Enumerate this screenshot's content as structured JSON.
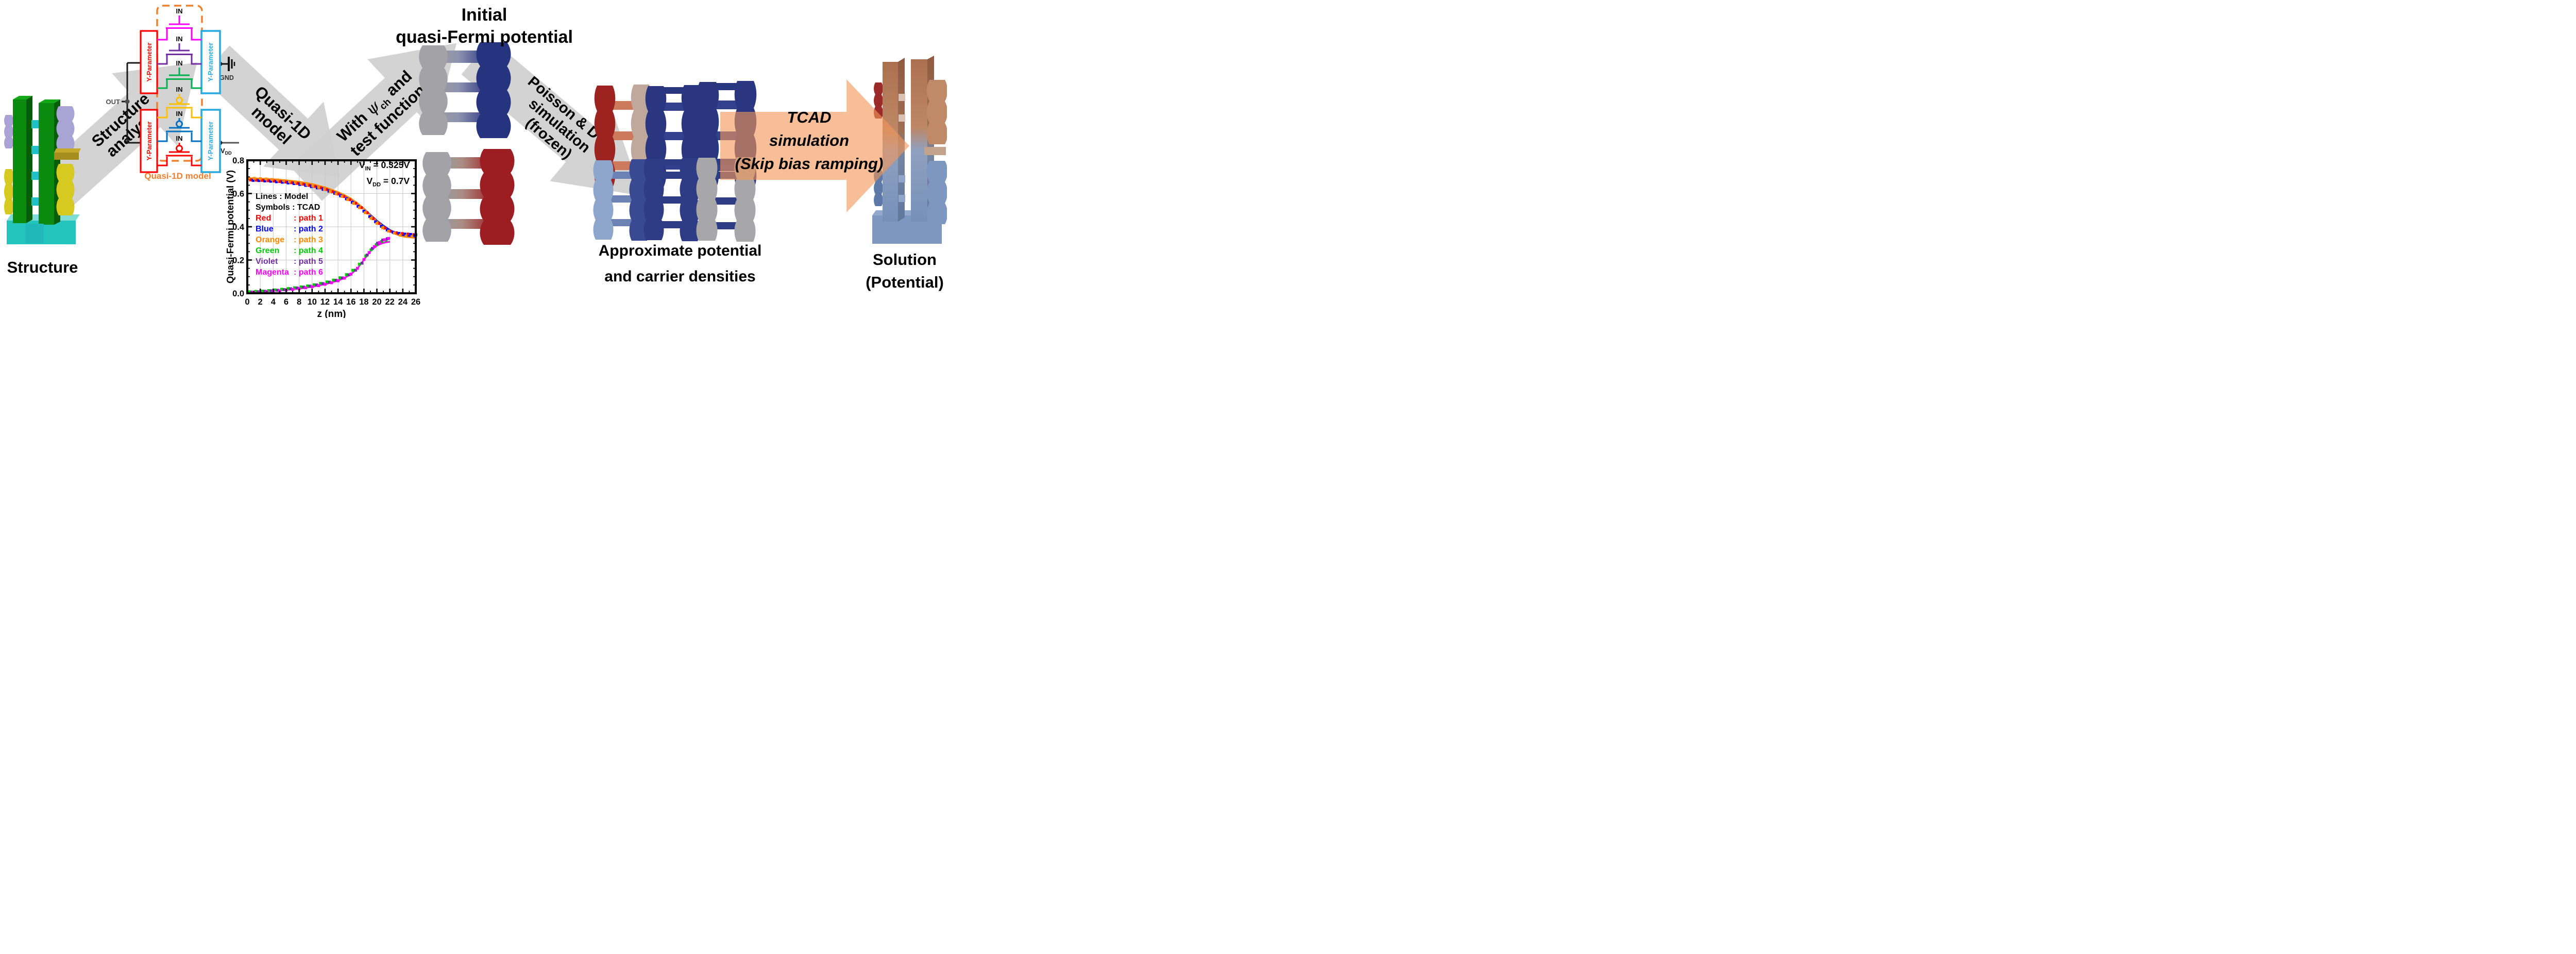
{
  "labels": {
    "structure": "Structure",
    "initial_title_line1": "Initial",
    "initial_title_line2": "quasi-Fermi potential",
    "approx_line1": "Approximate potential",
    "approx_line2": "and carrier densities",
    "solution_line1": "Solution",
    "solution_line2": "(Potential)"
  },
  "arrows": {
    "structure_analysis": {
      "line1": "Structure",
      "line2": "analysis"
    },
    "quasi1d": {
      "line1": "Quasi-1D",
      "line2": "model"
    },
    "psi": {
      "pre": "With ",
      "sym": "ψ",
      "sub": "ch",
      "post": " and",
      "line2": "test function"
    },
    "poisson": {
      "line1": "Poisson & D-G",
      "line2": "simulation",
      "line3": "(frozen)"
    },
    "tcad": {
      "line1": "TCAD",
      "line2": "simulation",
      "line3": "(Skip bias ramping)"
    }
  },
  "circuit": {
    "yparam_label": "Y-Parameter",
    "in_label": "IN",
    "out_label": "OUT",
    "gnd_label": "GND",
    "vdd_main": "V",
    "vdd_sub": "DD",
    "caption": "Quasi-1D model"
  },
  "palette": {
    "gray_arrow": "#d1d1d1",
    "orange_arrow": "#f2965a",
    "orange_dash": "#f08030",
    "yparam_red": "#ff0000",
    "yparam_cyan": "#29abe2",
    "structure_green": "#0c8a10",
    "teal": "#25c4bd",
    "lavender": "#a9a4d4",
    "yellow": "#d6c91f",
    "olive_bar": "#a58d1e",
    "gray_block": "#a3a3a7",
    "dark_blue": "#2a3780",
    "dark_red": "#9c1d22",
    "tan": "#c0a99c",
    "salmon_rung": "#cd7a5c",
    "light_blue": "#8ea6cc",
    "copper": "#bd8263",
    "slate_blue": "#7e97c0"
  },
  "chart_data": {
    "type": "line",
    "title": "",
    "xlabel": "z (nm)",
    "ylabel": "Quasi-Fermi potential (V)",
    "xlim": [
      0,
      26
    ],
    "ylim": [
      0,
      0.8
    ],
    "xtick_step": 2,
    "ytick_step": 0.2,
    "xminor_step": 1,
    "yminor_step": 0.05,
    "grid": true,
    "legend": {
      "header1": "Lines : Model",
      "header2": "Symbols : TCAD",
      "position": "inside-left"
    },
    "annotations": [
      {
        "main": "V",
        "sub": "IN",
        "rest": " = 0.325V"
      },
      {
        "main": "V",
        "sub": "DD",
        "rest": " = 0.7V"
      }
    ],
    "series": [
      {
        "name": "Red",
        "path_label": ": path 1",
        "color": "#ff0000",
        "line": [
          [
            0,
            0.686
          ],
          [
            2,
            0.684
          ],
          [
            4,
            0.68
          ],
          [
            6,
            0.674
          ],
          [
            8,
            0.665
          ],
          [
            10,
            0.652
          ],
          [
            12,
            0.633
          ],
          [
            14,
            0.605
          ],
          [
            15,
            0.588
          ],
          [
            16,
            0.566
          ],
          [
            17,
            0.54
          ],
          [
            18,
            0.508
          ],
          [
            19,
            0.471
          ],
          [
            20,
            0.436
          ],
          [
            21,
            0.406
          ],
          [
            22,
            0.38
          ],
          [
            22.8,
            0.363
          ],
          [
            23.5,
            0.352
          ],
          [
            24,
            0.347
          ],
          [
            25,
            0.342
          ],
          [
            26,
            0.339
          ]
        ],
        "symbols": [
          [
            0.5,
            0.682
          ],
          [
            1.4,
            0.68
          ],
          [
            2.3,
            0.679
          ],
          [
            3.2,
            0.677
          ],
          [
            4.1,
            0.675
          ],
          [
            5.0,
            0.672
          ],
          [
            5.9,
            0.669
          ],
          [
            6.8,
            0.665
          ],
          [
            7.7,
            0.661
          ],
          [
            8.6,
            0.656
          ],
          [
            9.5,
            0.649
          ],
          [
            10.4,
            0.643
          ],
          [
            11.3,
            0.634
          ],
          [
            12.2,
            0.624
          ],
          [
            13.1,
            0.611
          ],
          [
            14.0,
            0.597
          ],
          [
            14.9,
            0.582
          ],
          [
            15.8,
            0.563
          ],
          [
            16.7,
            0.541
          ],
          [
            17.6,
            0.515
          ],
          [
            18.5,
            0.484
          ],
          [
            19.4,
            0.449
          ],
          [
            20.3,
            0.42
          ],
          [
            21.2,
            0.392
          ],
          [
            22.1,
            0.373
          ],
          [
            23.0,
            0.364
          ],
          [
            23.9,
            0.359
          ],
          [
            24.8,
            0.356
          ],
          [
            25.7,
            0.353
          ]
        ]
      },
      {
        "name": "Blue",
        "path_label": ": path 2",
        "color": "#0000ff",
        "line": [
          [
            0,
            0.688
          ],
          [
            2,
            0.686
          ],
          [
            4,
            0.682
          ],
          [
            6,
            0.676
          ],
          [
            8,
            0.667
          ],
          [
            10,
            0.654
          ],
          [
            12,
            0.635
          ],
          [
            14,
            0.607
          ],
          [
            15,
            0.59
          ],
          [
            16,
            0.568
          ],
          [
            17,
            0.542
          ],
          [
            18,
            0.51
          ],
          [
            19,
            0.473
          ],
          [
            20,
            0.438
          ],
          [
            21,
            0.408
          ],
          [
            22,
            0.382
          ],
          [
            22.8,
            0.365
          ],
          [
            23.5,
            0.354
          ],
          [
            24,
            0.349
          ],
          [
            25,
            0.344
          ],
          [
            26,
            0.341
          ]
        ],
        "symbols": [
          [
            0.9,
            0.679
          ],
          [
            1.8,
            0.678
          ],
          [
            2.7,
            0.676
          ],
          [
            3.6,
            0.674
          ],
          [
            4.5,
            0.671
          ],
          [
            5.4,
            0.668
          ],
          [
            6.3,
            0.664
          ],
          [
            7.2,
            0.66
          ],
          [
            8.1,
            0.655
          ],
          [
            9.0,
            0.649
          ],
          [
            9.9,
            0.642
          ],
          [
            10.8,
            0.634
          ],
          [
            11.7,
            0.625
          ],
          [
            12.6,
            0.614
          ],
          [
            13.5,
            0.601
          ],
          [
            14.4,
            0.586
          ],
          [
            15.3,
            0.568
          ],
          [
            16.2,
            0.547
          ],
          [
            17.1,
            0.523
          ],
          [
            18.0,
            0.494
          ],
          [
            18.9,
            0.461
          ],
          [
            19.8,
            0.43
          ],
          [
            20.7,
            0.403
          ],
          [
            21.6,
            0.381
          ],
          [
            22.5,
            0.367
          ],
          [
            23.4,
            0.36
          ],
          [
            24.3,
            0.356
          ],
          [
            25.2,
            0.354
          ],
          [
            26.0,
            0.352
          ]
        ]
      },
      {
        "name": "Orange",
        "path_label": ": path 3",
        "color": "#ff8800",
        "line": [
          [
            0,
            0.694
          ],
          [
            2,
            0.691
          ],
          [
            4,
            0.687
          ],
          [
            6,
            0.681
          ],
          [
            8,
            0.672
          ],
          [
            10,
            0.658
          ],
          [
            12,
            0.638
          ],
          [
            14,
            0.61
          ],
          [
            15,
            0.592
          ],
          [
            16,
            0.57
          ],
          [
            17,
            0.543
          ],
          [
            18,
            0.509
          ],
          [
            19,
            0.47
          ],
          [
            20,
            0.434
          ],
          [
            21,
            0.402
          ],
          [
            22,
            0.375
          ],
          [
            22.8,
            0.357
          ],
          [
            23.5,
            0.346
          ],
          [
            24,
            0.341
          ],
          [
            25,
            0.336
          ],
          [
            26,
            0.332
          ]
        ],
        "symbols": [
          [
            0.2,
            0.693
          ],
          [
            1.1,
            0.691
          ],
          [
            2.0,
            0.689
          ],
          [
            2.9,
            0.687
          ],
          [
            3.8,
            0.684
          ],
          [
            4.7,
            0.681
          ],
          [
            5.6,
            0.677
          ],
          [
            6.5,
            0.672
          ],
          [
            7.4,
            0.667
          ],
          [
            8.3,
            0.661
          ],
          [
            9.2,
            0.654
          ],
          [
            10.1,
            0.646
          ],
          [
            11.0,
            0.637
          ],
          [
            11.9,
            0.626
          ],
          [
            12.8,
            0.613
          ],
          [
            13.7,
            0.599
          ],
          [
            14.6,
            0.583
          ],
          [
            15.5,
            0.564
          ],
          [
            16.4,
            0.541
          ],
          [
            17.3,
            0.515
          ],
          [
            18.2,
            0.485
          ],
          [
            19.1,
            0.451
          ],
          [
            20.0,
            0.421
          ],
          [
            20.9,
            0.394
          ],
          [
            21.8,
            0.374
          ],
          [
            22.7,
            0.362
          ],
          [
            23.6,
            0.35
          ],
          [
            24.5,
            0.344
          ],
          [
            25.4,
            0.341
          ]
        ]
      },
      {
        "name": "Green",
        "path_label": ": path 4",
        "color": "#00cc00",
        "line": [
          [
            0,
            0.006
          ],
          [
            2,
            0.01
          ],
          [
            4,
            0.015
          ],
          [
            6,
            0.021
          ],
          [
            8,
            0.029
          ],
          [
            10,
            0.04
          ],
          [
            12,
            0.055
          ],
          [
            14,
            0.077
          ],
          [
            15,
            0.093
          ],
          [
            16,
            0.116
          ],
          [
            17,
            0.15
          ],
          [
            18,
            0.202
          ],
          [
            18.5,
            0.229
          ],
          [
            19,
            0.253
          ],
          [
            19.5,
            0.272
          ],
          [
            20,
            0.287
          ],
          [
            20.5,
            0.297
          ],
          [
            21,
            0.304
          ],
          [
            21.5,
            0.308
          ],
          [
            22,
            0.311
          ]
        ],
        "symbols": [
          [
            0.3,
            0.009
          ],
          [
            1.3,
            0.011
          ],
          [
            2.3,
            0.013
          ],
          [
            3.3,
            0.016
          ],
          [
            4.3,
            0.02
          ],
          [
            5.3,
            0.024
          ],
          [
            6.3,
            0.028
          ],
          [
            7.3,
            0.033
          ],
          [
            8.3,
            0.038
          ],
          [
            9.3,
            0.044
          ],
          [
            10.3,
            0.051
          ],
          [
            11.3,
            0.059
          ],
          [
            12.3,
            0.068
          ],
          [
            13.3,
            0.079
          ],
          [
            14.3,
            0.093
          ],
          [
            15.3,
            0.112
          ],
          [
            16.3,
            0.138
          ],
          [
            17.3,
            0.175
          ],
          [
            18.3,
            0.225
          ],
          [
            19.1,
            0.262
          ],
          [
            19.9,
            0.293
          ],
          [
            20.7,
            0.311
          ],
          [
            21.4,
            0.32
          ]
        ]
      },
      {
        "name": "Violet",
        "path_label": ": path 5",
        "color": "#7030a0",
        "line": [
          [
            0,
            0.005
          ],
          [
            2,
            0.009
          ],
          [
            4,
            0.014
          ],
          [
            6,
            0.02
          ],
          [
            8,
            0.028
          ],
          [
            10,
            0.039
          ],
          [
            12,
            0.054
          ],
          [
            14,
            0.076
          ],
          [
            15,
            0.092
          ],
          [
            16,
            0.115
          ],
          [
            17,
            0.149
          ],
          [
            18,
            0.201
          ],
          [
            18.5,
            0.228
          ],
          [
            19,
            0.252
          ],
          [
            19.5,
            0.271
          ],
          [
            20,
            0.286
          ],
          [
            20.5,
            0.296
          ],
          [
            21,
            0.303
          ],
          [
            21.5,
            0.307
          ],
          [
            22,
            0.31
          ]
        ],
        "symbols": [
          [
            0.7,
            0.007
          ],
          [
            1.7,
            0.009
          ],
          [
            2.7,
            0.012
          ],
          [
            3.7,
            0.015
          ],
          [
            4.7,
            0.018
          ],
          [
            5.7,
            0.022
          ],
          [
            6.7,
            0.027
          ],
          [
            7.7,
            0.032
          ],
          [
            8.7,
            0.037
          ],
          [
            9.7,
            0.043
          ],
          [
            10.7,
            0.05
          ],
          [
            11.7,
            0.058
          ],
          [
            12.7,
            0.067
          ],
          [
            13.7,
            0.078
          ],
          [
            14.7,
            0.092
          ],
          [
            15.7,
            0.111
          ],
          [
            16.7,
            0.139
          ],
          [
            17.7,
            0.181
          ],
          [
            18.5,
            0.23
          ],
          [
            19.3,
            0.27
          ],
          [
            20.1,
            0.301
          ],
          [
            20.9,
            0.32
          ],
          [
            21.6,
            0.328
          ]
        ]
      },
      {
        "name": "Magenta",
        "path_label": ": path 6",
        "color": "#ff00ff",
        "line": [
          [
            0,
            0.004
          ],
          [
            2,
            0.008
          ],
          [
            4,
            0.013
          ],
          [
            6,
            0.019
          ],
          [
            8,
            0.027
          ],
          [
            10,
            0.038
          ],
          [
            12,
            0.053
          ],
          [
            14,
            0.075
          ],
          [
            15,
            0.091
          ],
          [
            16,
            0.114
          ],
          [
            17,
            0.148
          ],
          [
            18,
            0.2
          ],
          [
            18.5,
            0.227
          ],
          [
            19,
            0.251
          ],
          [
            19.5,
            0.27
          ],
          [
            20,
            0.285
          ],
          [
            20.5,
            0.295
          ],
          [
            21,
            0.302
          ],
          [
            21.5,
            0.306
          ],
          [
            22,
            0.309
          ]
        ],
        "symbols": [
          [
            1.0,
            0.004
          ],
          [
            2.0,
            0.006
          ],
          [
            3.0,
            0.009
          ],
          [
            4.0,
            0.012
          ],
          [
            5.0,
            0.015
          ],
          [
            6.0,
            0.019
          ],
          [
            7.0,
            0.023
          ],
          [
            8.0,
            0.028
          ],
          [
            9.0,
            0.033
          ],
          [
            10.0,
            0.039
          ],
          [
            11.0,
            0.046
          ],
          [
            12.0,
            0.054
          ],
          [
            13.0,
            0.063
          ],
          [
            14.0,
            0.075
          ],
          [
            15.0,
            0.091
          ],
          [
            16.0,
            0.115
          ],
          [
            17.0,
            0.15
          ],
          [
            18.0,
            0.203
          ],
          [
            18.8,
            0.245
          ],
          [
            19.6,
            0.281
          ],
          [
            20.4,
            0.305
          ],
          [
            21.2,
            0.322
          ],
          [
            21.8,
            0.33
          ]
        ]
      }
    ]
  }
}
